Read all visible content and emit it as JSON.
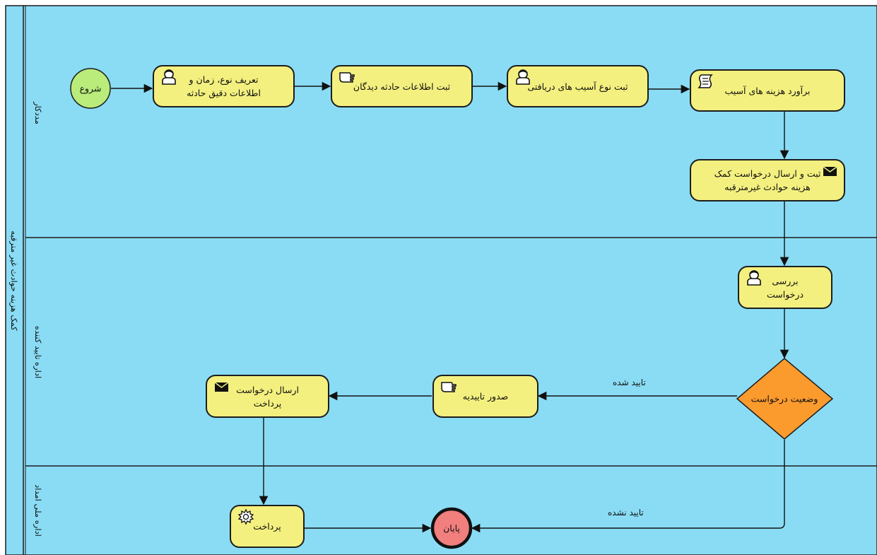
{
  "colors": {
    "pool_fill": "#8adcf4",
    "task_fill": "#f3f07f",
    "start_fill": "#b9ec7a",
    "end_fill": "#f07f7e",
    "gateway_fill": "#fb9a2d",
    "stroke": "#1d1d1d"
  },
  "pool": {
    "label": "کمک هزینه حوادث غیر مترقبه",
    "lanes": [
      {
        "label": "مددکار"
      },
      {
        "label": "اداره تایید کننده"
      },
      {
        "label": "اداره ملی امداد"
      }
    ]
  },
  "events": {
    "start_label": "شروع",
    "end_label": "پایان"
  },
  "tasks": {
    "define_incident": {
      "label": "تعریف نوع، زمان و\nاطلاعات دقیق حادثه",
      "icon": "user-icon"
    },
    "register_victims": {
      "label": "ثبت اطلاعات حادثه دیدگان",
      "icon": "manual-icon"
    },
    "register_damage": {
      "label": "ثبت  نوع آسیب های دریافتی",
      "icon": "user-icon"
    },
    "estimate_cost": {
      "label": "برآورد هزینه های آسیب",
      "icon": "script-icon"
    },
    "send_request": {
      "label": "ثبت و ارسال درخواست کمک\nهزینه حوادث غیرمترقبه",
      "icon": "envelope-icon"
    },
    "review_request": {
      "label": "بررسی\nدرخواست",
      "icon": "user-icon"
    },
    "issue_approval": {
      "label": "صدور تاییدیه",
      "icon": "manual-icon"
    },
    "send_payment_request": {
      "label": "ارسال درخواست\nپرداخت",
      "icon": "envelope-icon"
    },
    "payment": {
      "label": "پرداخت",
      "icon": "gear-icon"
    }
  },
  "gateway": {
    "label": "وضعیت درخواست"
  },
  "flows": {
    "approved": "تایید شده",
    "rejected": "تایید نشده"
  }
}
